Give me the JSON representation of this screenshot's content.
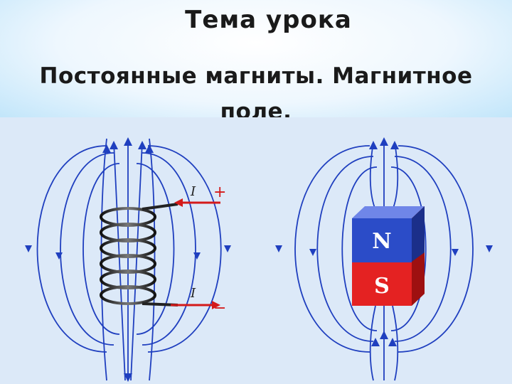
{
  "slide": {
    "title": "Тема урока",
    "subtitle_line1": "Постоянные магниты. Магнитное",
    "subtitle_line2": "поле."
  },
  "coil": {
    "current_top_label": "I",
    "current_top_sign": "+",
    "current_bottom_label": "I",
    "current_bottom_sign": "−"
  },
  "magnet": {
    "north_label": "N",
    "south_label": "S",
    "north_color": "#2b4cc8",
    "south_color": "#e42222"
  },
  "colors": {
    "field_line": "#1f3fbf",
    "current_arrow": "#d41a1a",
    "figure_bg": "#dce9f8"
  }
}
